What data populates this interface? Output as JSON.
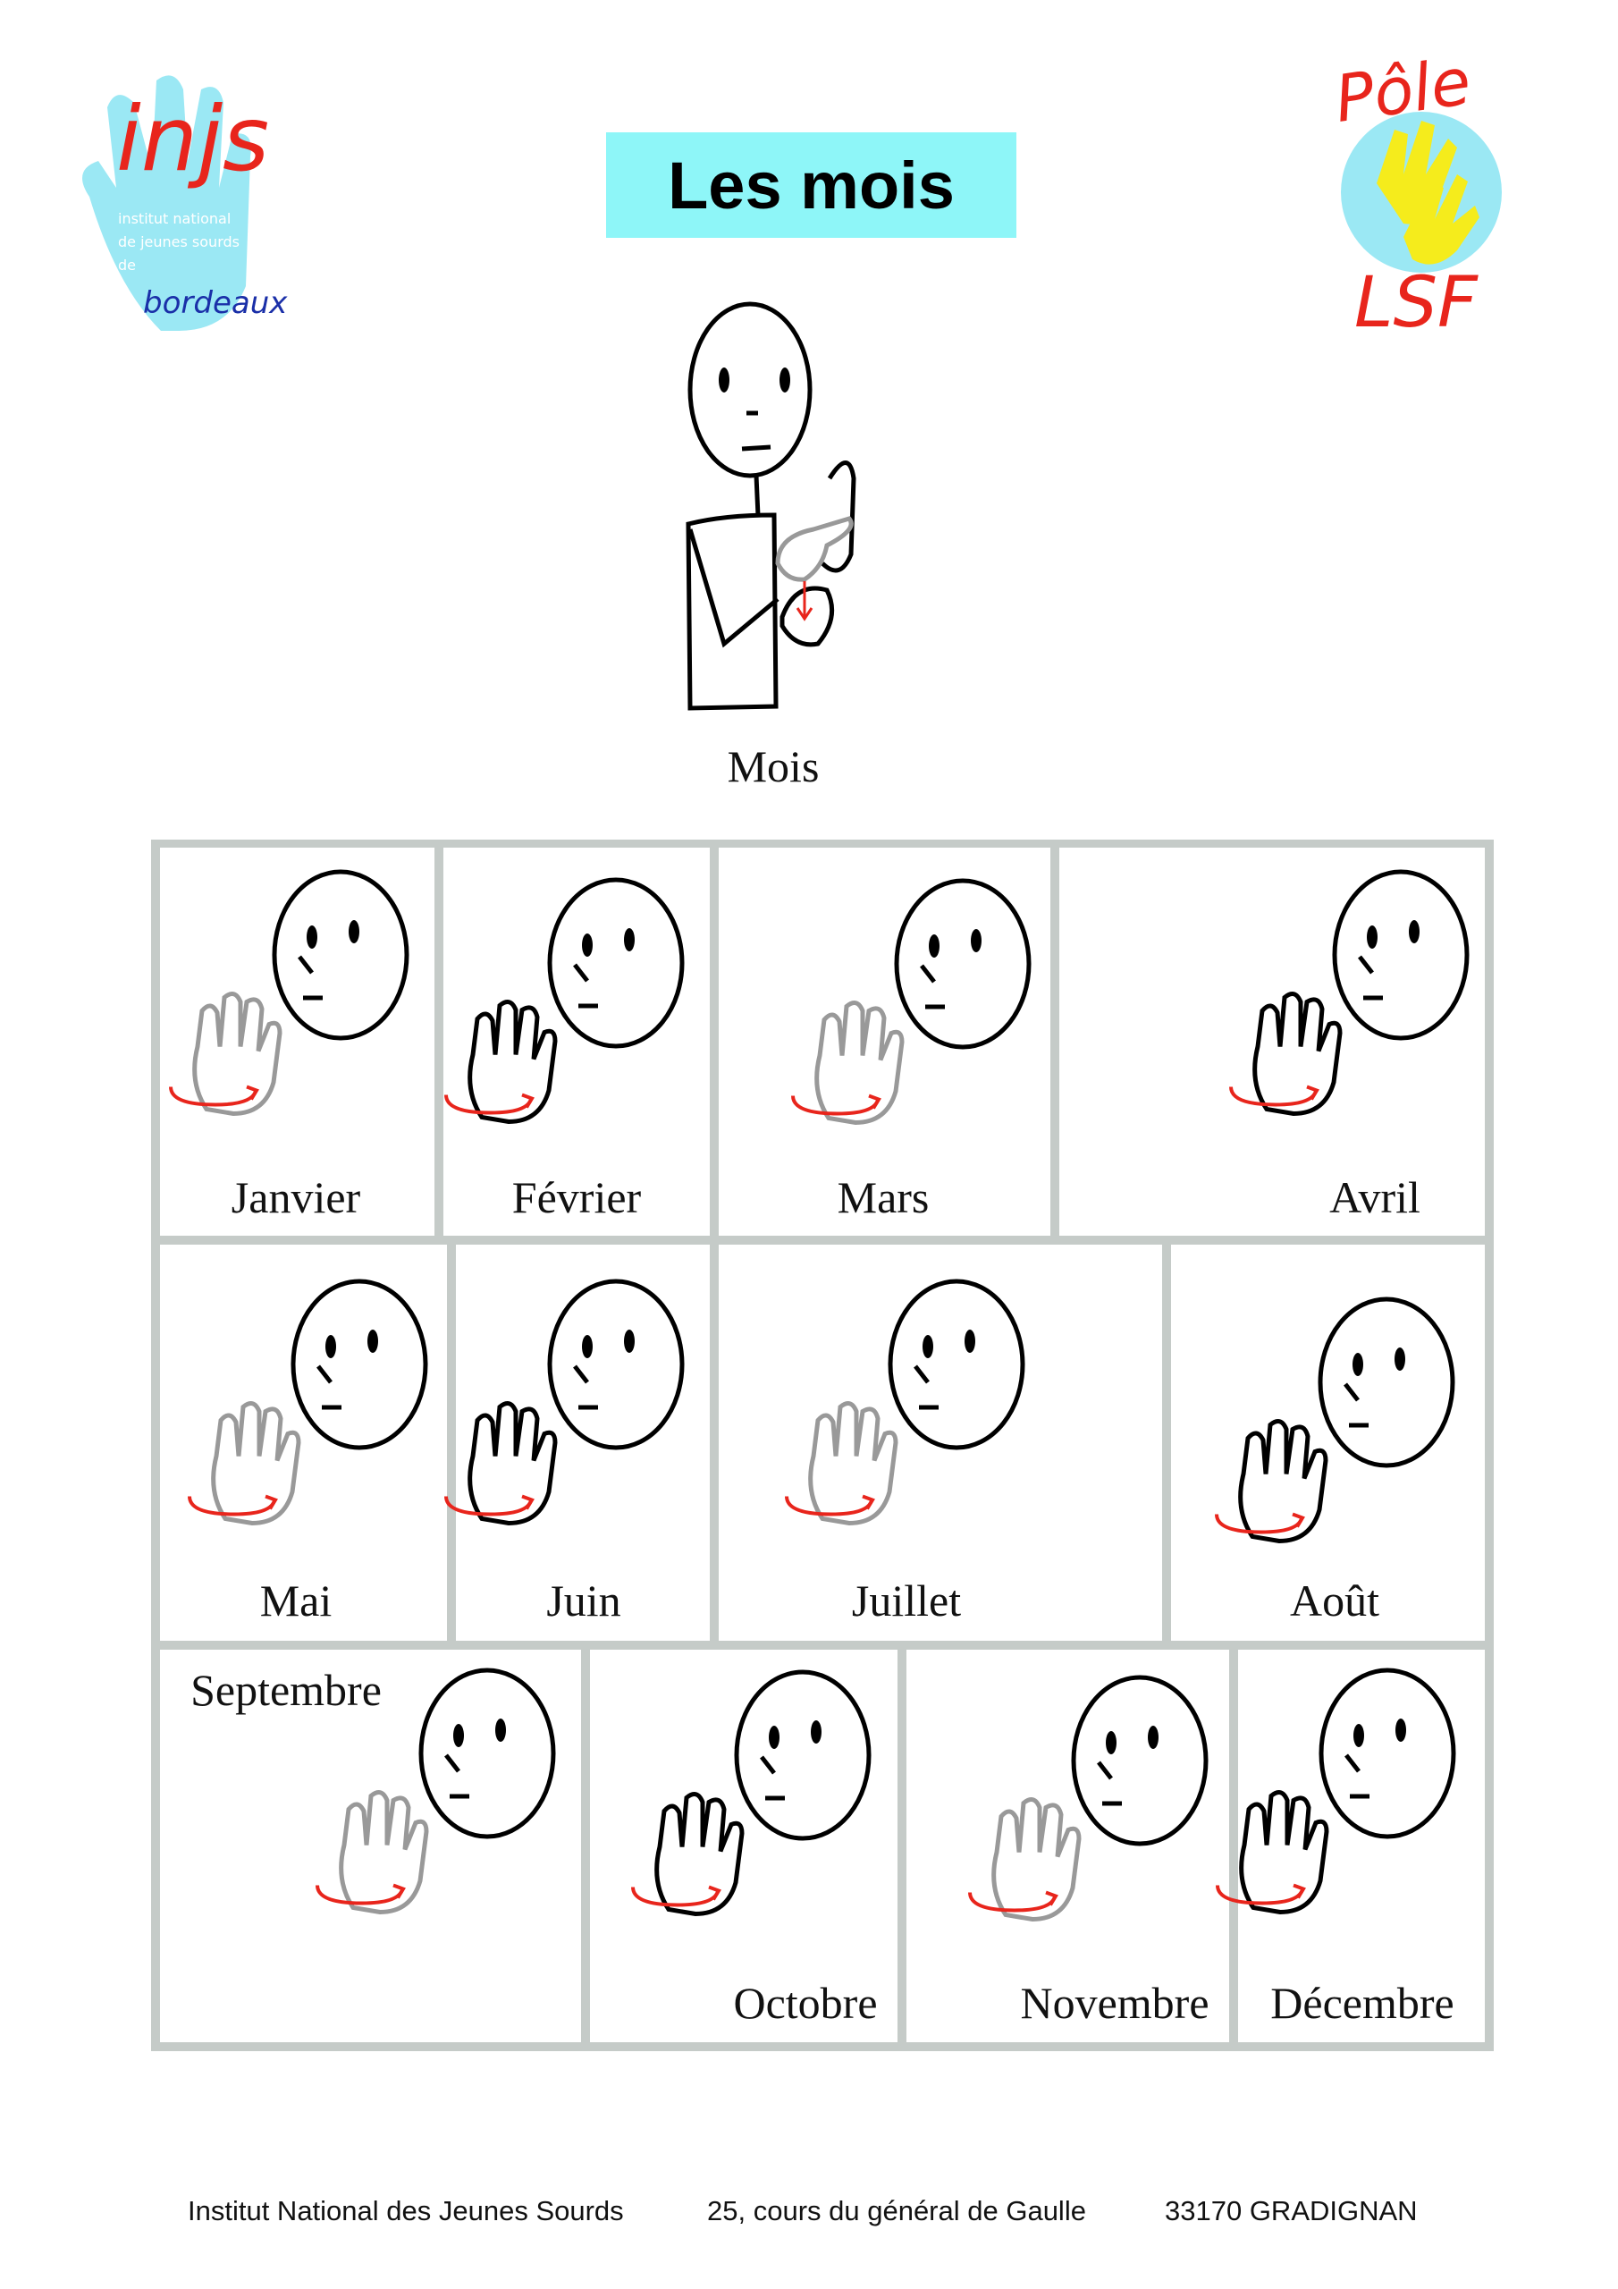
{
  "title": "Les mois",
  "logos": {
    "left": {
      "main": "injs",
      "line1": "institut national",
      "line2": "de jeunes sourds",
      "line3": "de",
      "city": "bordeaux"
    },
    "right": {
      "top": "Pôle",
      "bottom": "LSF"
    }
  },
  "main_sign": {
    "label": "Mois"
  },
  "months": [
    {
      "label": "Janvier"
    },
    {
      "label": "Février"
    },
    {
      "label": "Mars"
    },
    {
      "label": "Avril"
    },
    {
      "label": "Mai"
    },
    {
      "label": "Juin"
    },
    {
      "label": "Juillet"
    },
    {
      "label": "Août"
    },
    {
      "label": "Septembre"
    },
    {
      "label": "Octobre"
    },
    {
      "label": "Novembre"
    },
    {
      "label": "Décembre"
    }
  ],
  "footer": {
    "institution": "Institut National des Jeunes Sourds",
    "address": "25, cours du général de Gaulle",
    "city": "33170 GRADIGNAN"
  },
  "colors": {
    "title_bg": "#8ef6f8",
    "grid": "#c5cbc8",
    "accent_red": "#e8251c",
    "logo_blue": "#9be8f4",
    "logo_yellow": "#f5ec1c"
  }
}
